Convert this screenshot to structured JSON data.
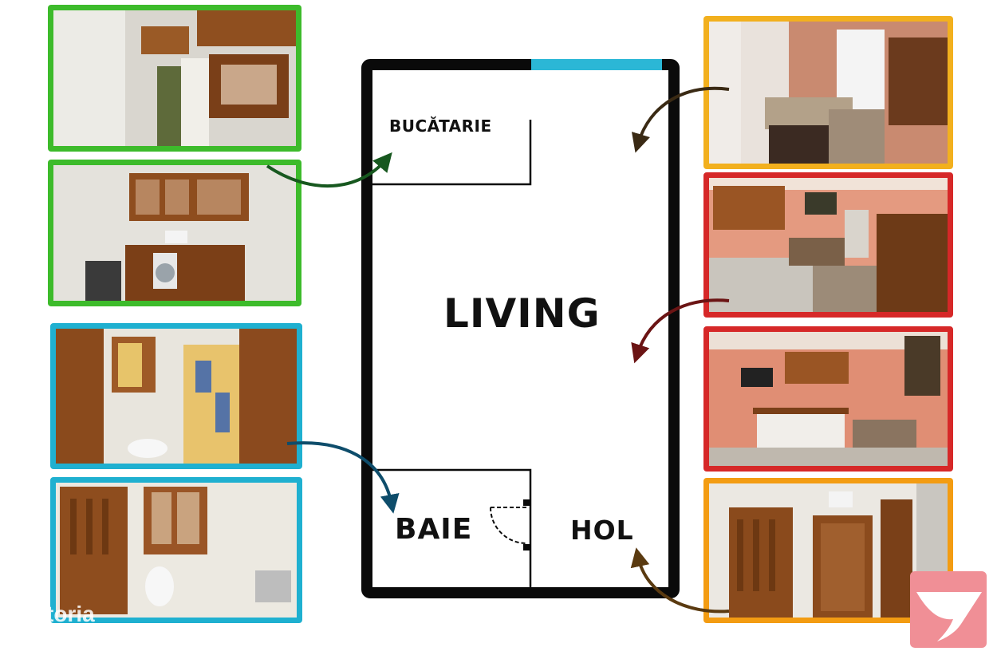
{
  "rooms": {
    "kitchen": "BUCĂTARIE",
    "living": "LIVING",
    "bathroom": "BAIE",
    "hall": "HOL"
  },
  "watermark": "toria",
  "colors": {
    "kitchen": "#3dbb2b",
    "bathroom": "#1fb0d0",
    "living_top": "#f2b01e",
    "living": "#d62828",
    "hall": "#f39c12",
    "wall": "#0a0a0a",
    "window": "#2bb7d6",
    "arrow_kitchen": "#17581f",
    "arrow_bathroom": "#0e4d6b",
    "arrow_living_top": "#3a2a14",
    "arrow_living": "#6b1414",
    "arrow_hall": "#5a3a10",
    "logo": "#f08f96"
  },
  "icons": [
    "logo-icon",
    "door-swing-icon"
  ]
}
